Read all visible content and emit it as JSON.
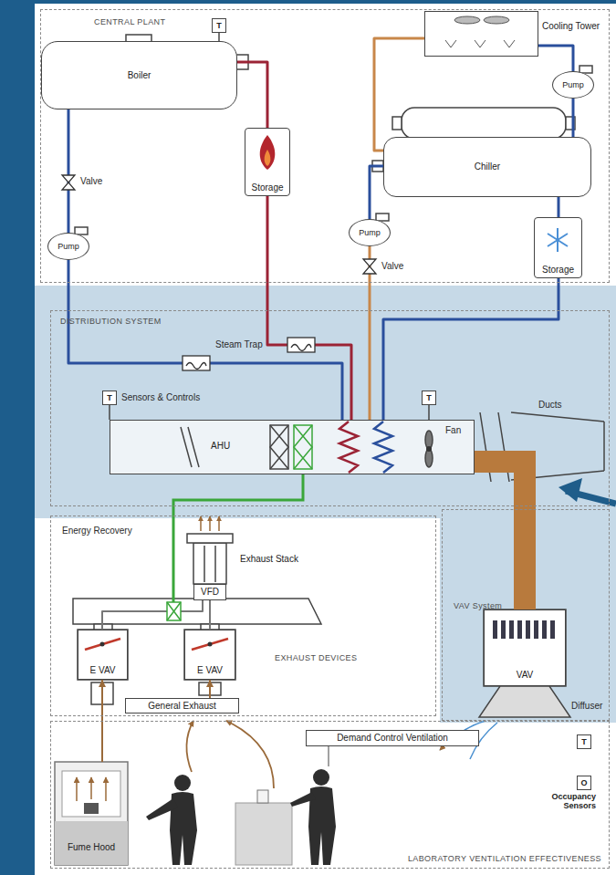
{
  "diagram": {
    "nodes": [
      {
        "text": [
          "CENTRAL PLANT"
        ]
      },
      {
        "text": [
          "T"
        ],
        "in": 0
      },
      {
        "text": [
          "Boiler"
        ],
        "in": 0
      },
      {
        "text": [
          "Cooling Tower"
        ],
        "in": 0
      },
      {
        "text": [
          "Pump"
        ],
        "in": 0
      },
      {
        "text": [
          "Chiller"
        ],
        "in": 0
      },
      {
        "text": [
          "Storage"
        ],
        "in": 0
      },
      {
        "text": [
          "Pump"
        ],
        "in": 0
      },
      {
        "text": [
          "Storage"
        ],
        "in": 0
      },
      {
        "text": [
          "Pump"
        ],
        "in": 0
      },
      {
        "text": [
          "DISTRIBUTION SYSTEM"
        ]
      },
      {
        "text": [
          "T"
        ],
        "in": 10
      },
      {
        "text": [
          "T"
        ],
        "in": 10
      },
      {
        "text": [
          "AHU"
        ],
        "in": 10
      },
      {
        "text": [
          "VAV System"
        ]
      },
      {
        "text": [
          "VAV"
        ],
        "in": 14
      },
      {
        "text": [
          "EXHAUST DEVICES"
        ]
      },
      {
        "text": [
          "Exhaust Stack"
        ],
        "in": 16
      },
      {
        "text": [
          "VFD"
        ],
        "in": 16
      },
      {
        "text": [
          "E VAV"
        ],
        "in": 16
      },
      {
        "text": [
          "E VAV"
        ],
        "in": 16
      },
      {
        "text": [
          "General Exhaust"
        ]
      },
      {
        "text": [
          "LABORATORY VENTILATION EFFECTIVENESS"
        ]
      },
      {
        "text": [
          "Fume Hood"
        ],
        "in": 22
      },
      {
        "text": [
          "Demand Control Ventilation"
        ],
        "in": 22
      },
      {
        "text": [
          "T"
        ],
        "in": 22
      },
      {
        "text": [
          "O",
          "Occupancy Sensors"
        ],
        "in": 22
      }
    ],
    "edges": [
      {
        "from": 2,
        "to": 9,
        "arrow": "none"
      },
      {
        "from": 9,
        "to": 13,
        "arrow": "none"
      },
      {
        "from": 2,
        "to": 6,
        "arrow": "none"
      },
      {
        "from": 6,
        "to": 13,
        "arrow": "none"
      },
      {
        "from": 3,
        "to": 5,
        "arrow": "none"
      },
      {
        "from": 5,
        "to": 7,
        "arrow": "none"
      },
      {
        "from": 7,
        "to": 13,
        "arrow": "none"
      },
      {
        "from": 3,
        "to": 4,
        "arrow": "none"
      },
      {
        "from": 4,
        "to": 5,
        "arrow": "none"
      },
      {
        "from": 5,
        "to": 8,
        "arrow": "none"
      },
      {
        "from": 8,
        "to": 13,
        "arrow": "none"
      },
      {
        "from": 13,
        "to": 15,
        "arrow": "none"
      },
      {
        "from": 19,
        "to": 18,
        "arrow": "none"
      },
      {
        "from": 20,
        "to": 18,
        "arrow": "none"
      },
      {
        "from": 23,
        "to": 19,
        "arrow": "to"
      },
      {
        "from": 21,
        "to": 20,
        "arrow": "to"
      }
    ],
    "labels": [
      "Valve",
      "Valve",
      "Steam Trap",
      "Sensors & Controls",
      "Fan",
      "Ducts",
      "Energy Recovery",
      "Diffuser"
    ]
  }
}
